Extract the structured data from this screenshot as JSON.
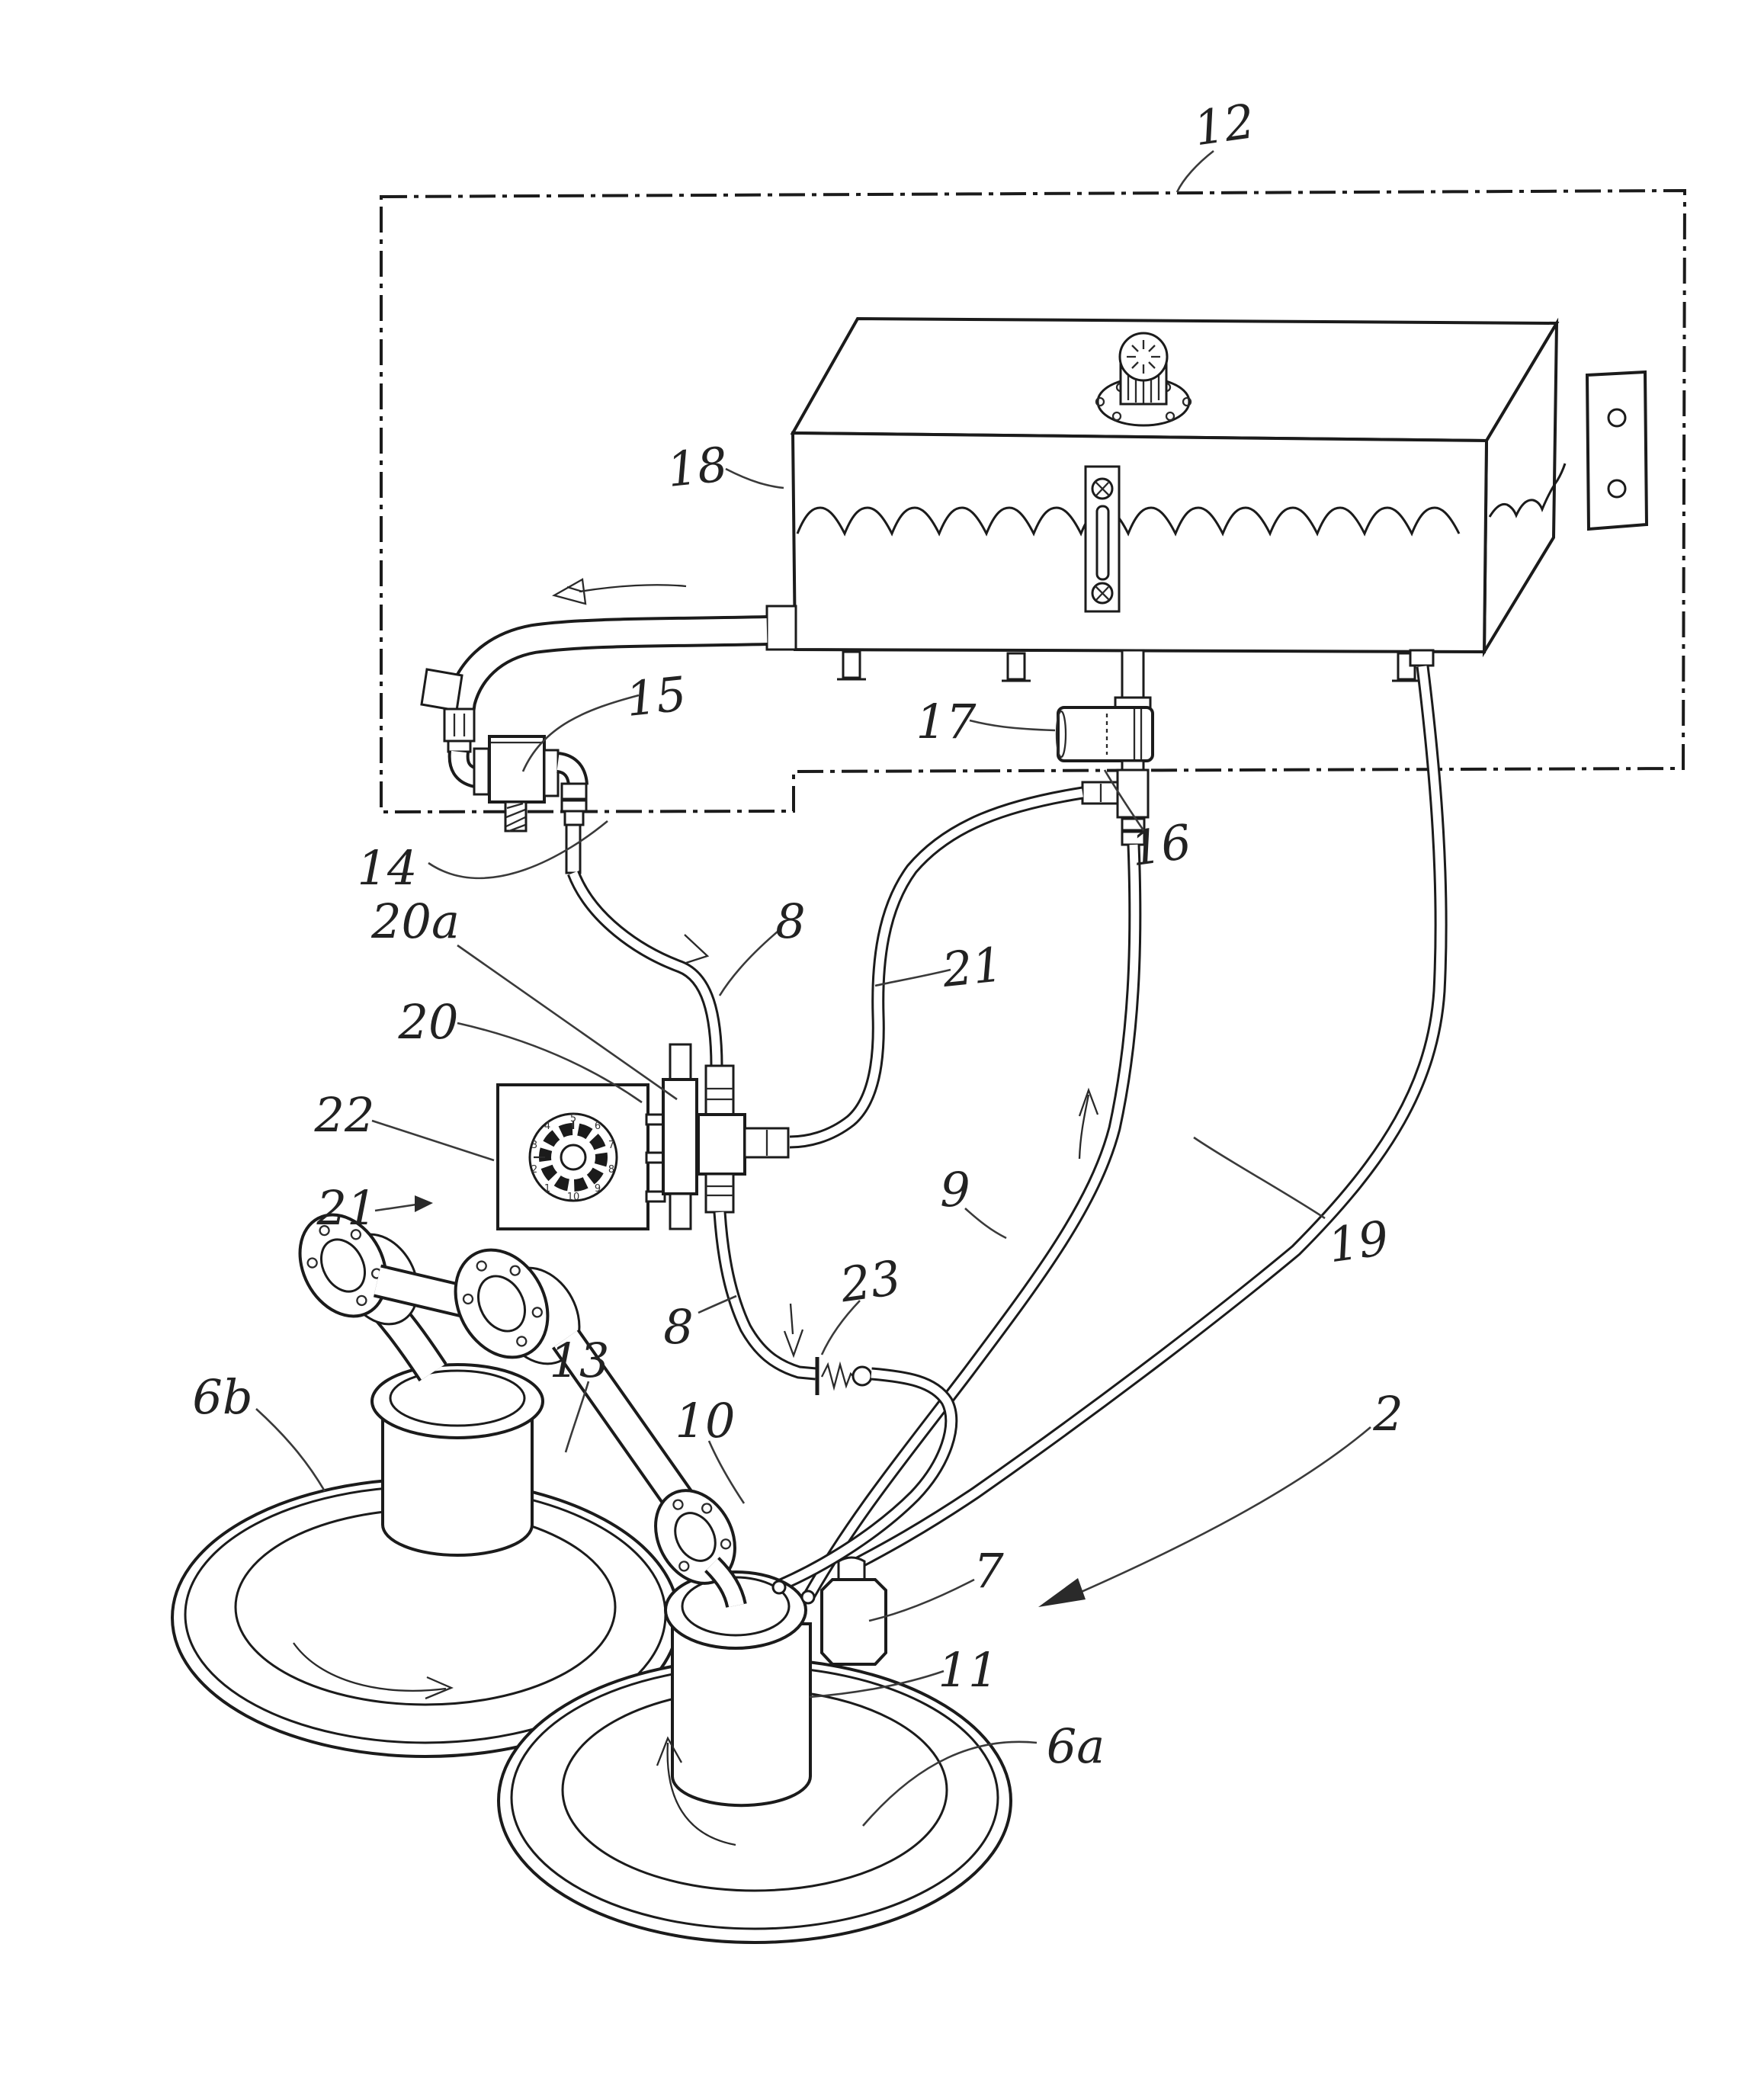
{
  "figure": {
    "kind": "patent-style line drawing of a lubrication / dosing apparatus",
    "paper_color": "#ffffff",
    "ink_color": "#1b1b1b",
    "boundary_ref": "12",
    "labels": [
      {
        "ref": "2",
        "text": "2"
      },
      {
        "ref": "6a",
        "text": "6a"
      },
      {
        "ref": "6b",
        "text": "6b"
      },
      {
        "ref": "7",
        "text": "7"
      },
      {
        "ref": "8-upper",
        "text": "8"
      },
      {
        "ref": "8-lower",
        "text": "8"
      },
      {
        "ref": "9",
        "text": "9"
      },
      {
        "ref": "10",
        "text": "10"
      },
      {
        "ref": "11",
        "text": "11"
      },
      {
        "ref": "12",
        "text": "12"
      },
      {
        "ref": "13",
        "text": "13"
      },
      {
        "ref": "14",
        "text": "14"
      },
      {
        "ref": "15",
        "text": "15"
      },
      {
        "ref": "16",
        "text": "16"
      },
      {
        "ref": "17",
        "text": "17"
      },
      {
        "ref": "18",
        "text": "18"
      },
      {
        "ref": "19",
        "text": "19"
      },
      {
        "ref": "20",
        "text": "20"
      },
      {
        "ref": "20a",
        "text": "20a"
      },
      {
        "ref": "21-left",
        "text": "21"
      },
      {
        "ref": "21-right",
        "text": "21"
      },
      {
        "ref": "22",
        "text": "22"
      },
      {
        "ref": "23",
        "text": "23"
      }
    ]
  },
  "dial": {
    "numbers": [
      "1",
      "2",
      "3",
      "4",
      "5",
      "6",
      "7",
      "8",
      "9",
      "10"
    ]
  }
}
